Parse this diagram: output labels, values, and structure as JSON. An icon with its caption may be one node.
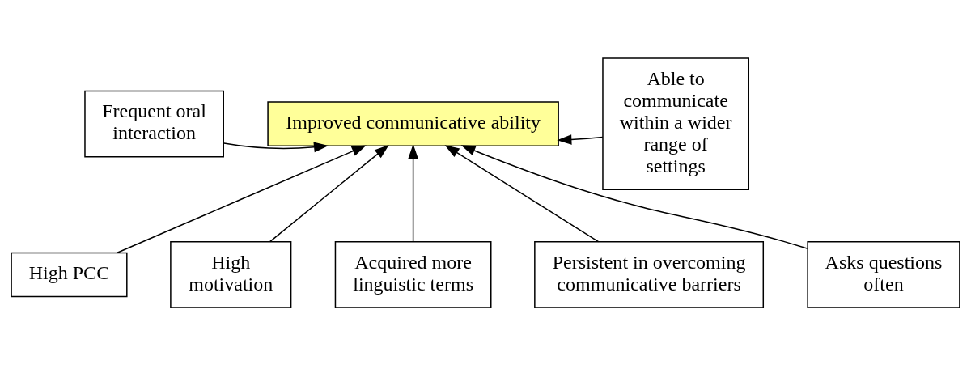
{
  "diagram": {
    "nodes": [
      {
        "text": [
          "Improved communicative ability"
        ]
      },
      {
        "text": [
          "Frequent oral interaction"
        ]
      },
      {
        "text": [
          "Able to communicate within a wider range of settings"
        ]
      },
      {
        "text": [
          "High PCC"
        ]
      },
      {
        "text": [
          "High motivation"
        ]
      },
      {
        "text": [
          "Acquired more linguistic terms"
        ]
      },
      {
        "text": [
          "Persistent in overcoming communicative barriers"
        ]
      },
      {
        "text": [
          "Asks questions often"
        ]
      }
    ],
    "edges": [
      {
        "from": 1,
        "to": 0,
        "arrow": "to"
      },
      {
        "from": 2,
        "to": 0,
        "arrow": "to"
      },
      {
        "from": 3,
        "to": 0,
        "arrow": "to"
      },
      {
        "from": 5,
        "to": 0,
        "arrow": "to"
      },
      {
        "from": 6,
        "to": 0,
        "arrow": "to"
      },
      {
        "from": 7,
        "to": 0,
        "arrow": "to"
      },
      {
        "from": 4,
        "to": 0,
        "arrow": "to"
      }
    ]
  }
}
